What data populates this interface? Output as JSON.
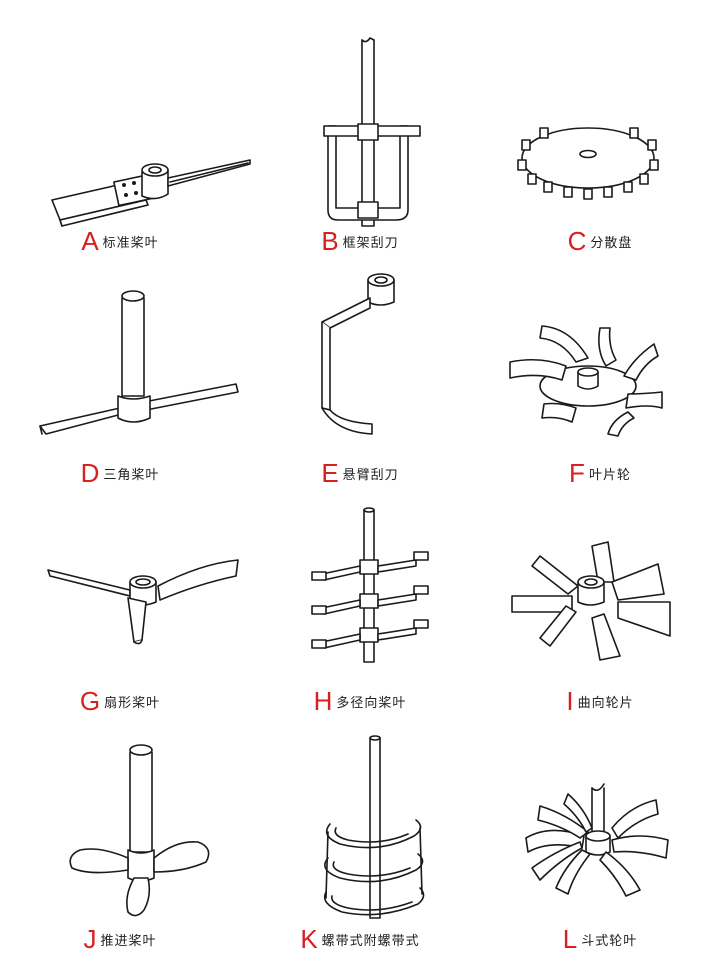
{
  "items": [
    {
      "letter": "A",
      "name": "标准桨叶",
      "icon": "standard-paddle-impeller"
    },
    {
      "letter": "B",
      "name": "框架刮刀",
      "icon": "frame-scraper-impeller"
    },
    {
      "letter": "C",
      "name": "分散盘",
      "icon": "dispersion-disc-impeller"
    },
    {
      "letter": "D",
      "name": "三角桨叶",
      "icon": "triangular-paddle-impeller"
    },
    {
      "letter": "E",
      "name": "悬臂刮刀",
      "icon": "cantilever-scraper-impeller"
    },
    {
      "letter": "F",
      "name": "叶片轮",
      "icon": "bladed-wheel-impeller"
    },
    {
      "letter": "G",
      "name": "扇形桨叶",
      "icon": "fan-paddle-impeller"
    },
    {
      "letter": "H",
      "name": "多径向桨叶",
      "icon": "multi-radial-paddle-impeller"
    },
    {
      "letter": "I",
      "name": "曲向轮片",
      "icon": "curved-wheel-impeller"
    },
    {
      "letter": "J",
      "name": "推进桨叶",
      "icon": "propeller-impeller"
    },
    {
      "letter": "K",
      "name": "螺带式附螺带式",
      "icon": "helical-ribbon-impeller"
    },
    {
      "letter": "L",
      "name": "斗式轮叶",
      "icon": "bucket-wheel-impeller"
    }
  ],
  "colors": {
    "label_letter": "#d8201f",
    "line": "#1a1a1a",
    "background": "#ffffff"
  }
}
